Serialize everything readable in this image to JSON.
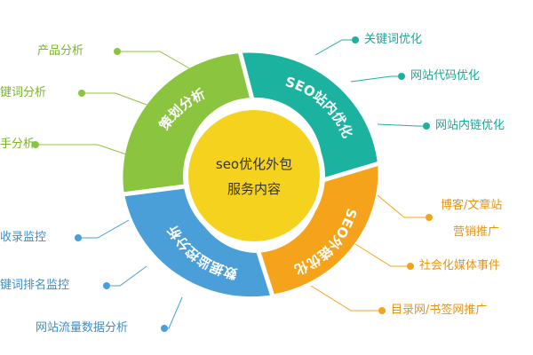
{
  "center": {
    "line1": "seo优化外包",
    "line2": "服务内容"
  },
  "segments": {
    "planning": {
      "label": "策划分析",
      "color": "#8bc53f"
    },
    "seo_onsite": {
      "label": "SEO站内优化",
      "color": "#1bb3a0"
    },
    "seo_offsite": {
      "label": "SEO外链优化",
      "color": "#f5a31a"
    },
    "monitoring": {
      "label": "数据监控分析",
      "color": "#4a9fd8"
    }
  },
  "center_color": "#f5d21e",
  "items": {
    "planning": [
      "产品分析",
      "键词分析",
      "手分析"
    ],
    "seo_onsite": [
      "关键词优化",
      "网站代码优化",
      "网站内链优化"
    ],
    "seo_offsite": [
      "博客/文章站",
      "营销推广",
      "社会化媒体事件",
      "目录网/书签网推广"
    ],
    "monitoring": [
      "收录监控",
      "键词排名监控",
      "网站流量数据分析"
    ]
  }
}
